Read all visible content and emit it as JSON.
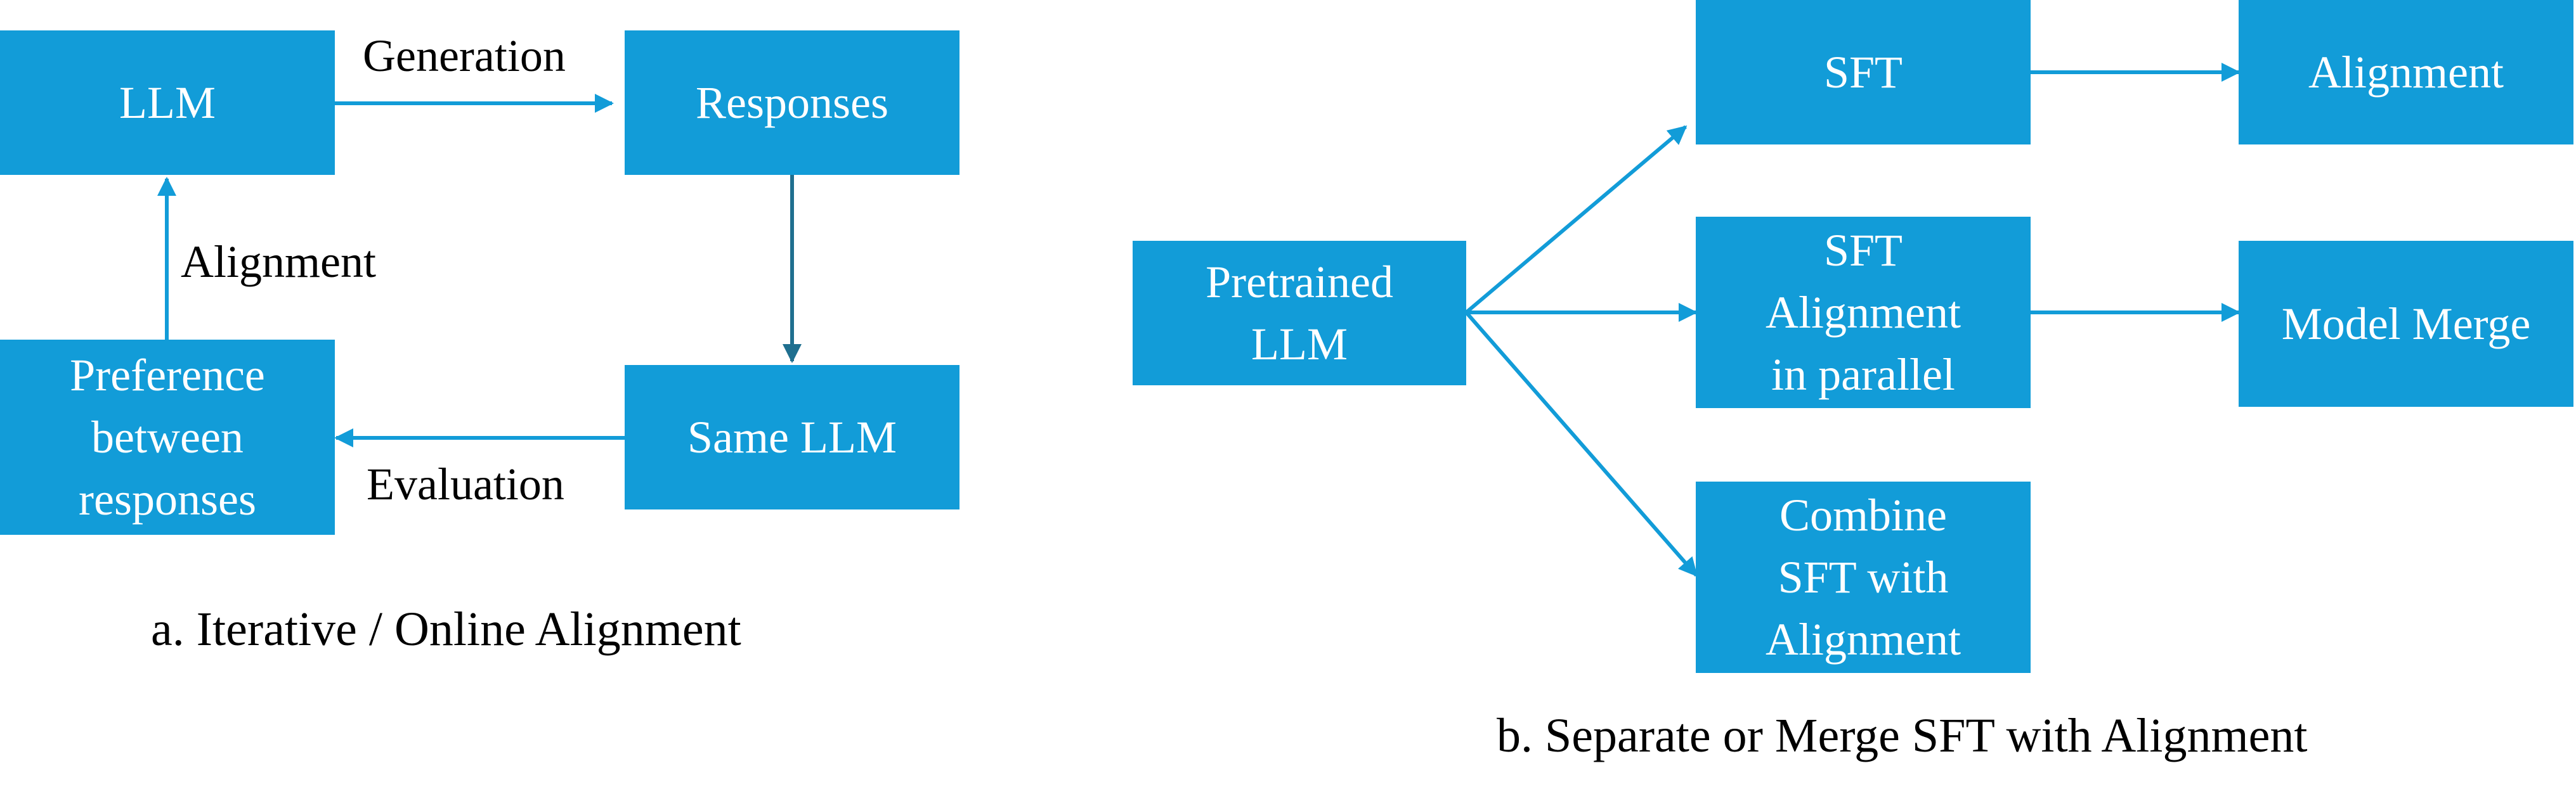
{
  "colors": {
    "box_fill": "#129cd8",
    "box_text": "#ffffff",
    "arrow": "#129cd8",
    "arrow_dark": "#1f6f8f",
    "label_text": "#000000"
  },
  "panel_a": {
    "boxes": {
      "llm": "LLM",
      "responses": "Responses",
      "same_llm": "Same LLM",
      "preference": "Preference\nbetween\nresponses"
    },
    "edge_labels": {
      "generation": "Generation",
      "evaluation": "Evaluation",
      "alignment": "Alignment"
    },
    "caption": "a. Iterative / Online Alignment"
  },
  "panel_b": {
    "boxes": {
      "pretrained_llm": "Pretrained\nLLM",
      "sft": "SFT",
      "alignment": "Alignment",
      "sft_alignment_parallel": "SFT\nAlignment\nin parallel",
      "model_merge": "Model Merge",
      "combine": "Combine\nSFT with\nAlignment"
    },
    "caption": "b. Separate or Merge SFT with Alignment"
  }
}
